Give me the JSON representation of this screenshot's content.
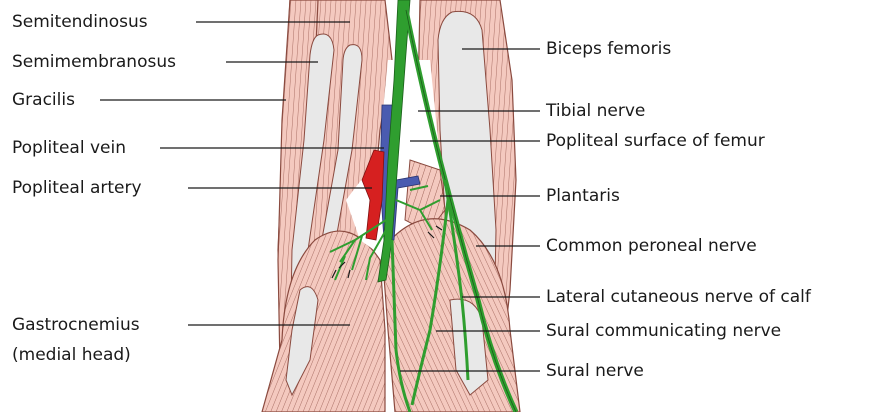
{
  "labels_left": [
    {
      "id": "semitendinosus",
      "text": "Semitendinosus"
    },
    {
      "id": "semimembranosus",
      "text": "Semimembranosus"
    },
    {
      "id": "gracilis",
      "text": "Gracilis"
    },
    {
      "id": "popliteal_vein",
      "text": "Popliteal vein"
    },
    {
      "id": "popliteal_artery",
      "text": "Popliteal artery"
    },
    {
      "id": "gastrocnemius_1",
      "text": "Gastrocnemius"
    },
    {
      "id": "gastrocnemius_2",
      "text": "(medial head)"
    }
  ],
  "labels_right": [
    {
      "id": "biceps_femoris",
      "text": "Biceps femoris"
    },
    {
      "id": "tibial_nerve",
      "text": "Tibial nerve"
    },
    {
      "id": "popliteal_surface",
      "text": "Popliteal surface of femur"
    },
    {
      "id": "plantaris",
      "text": "Plantaris"
    },
    {
      "id": "common_peroneal",
      "text": "Common peroneal nerve"
    },
    {
      "id": "lateral_cutaneous",
      "text": "Lateral cutaneous nerve of calf"
    },
    {
      "id": "sural_communicating",
      "text": "Sural communicating nerve"
    },
    {
      "id": "sural_nerve",
      "text": "Sural nerve"
    }
  ],
  "colors": {
    "muscle": "#f4c9bf",
    "muscle_stroke": "#8a4a3f",
    "tendon": "#e8e8e8",
    "nerve": "#2f9e2f",
    "artery": "#d62020",
    "vein": "#4a5bb0",
    "leader": "#1a1a1a"
  }
}
